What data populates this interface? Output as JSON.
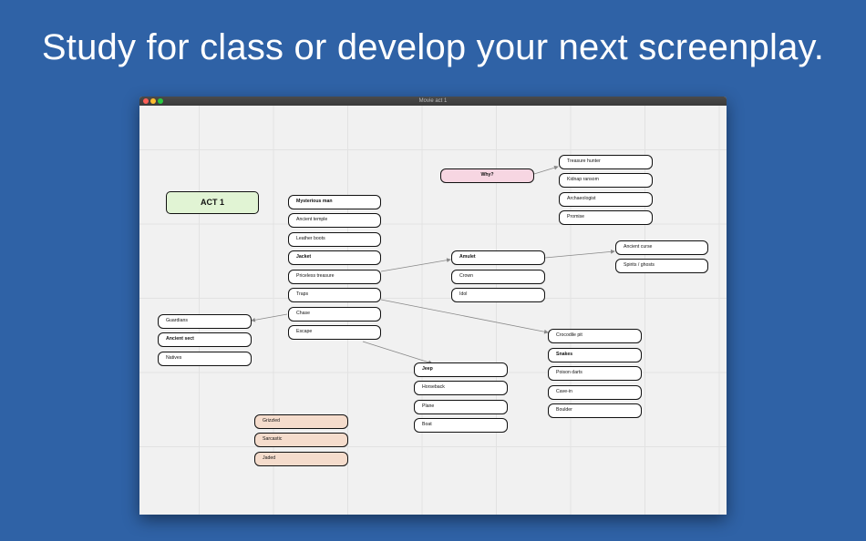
{
  "headline": "Study for class or develop your next screenplay.",
  "window": {
    "title": "Movie act 1"
  },
  "act_label": "ACT 1",
  "why_label": "Why?",
  "main_column": [
    "Mysterious man",
    "Ancient temple",
    "Leather boots",
    "Jacket",
    "Priceless treasure",
    "Traps",
    "Chase",
    "Escape"
  ],
  "why_options": [
    "Treasure hunter",
    "Kidnap ransom",
    "Archaeologist",
    "Promise"
  ],
  "treasure_options": [
    "Amulet",
    "Crown",
    "Idol"
  ],
  "amulet_effects": [
    "Ancient curse",
    "Spirits / ghosts"
  ],
  "chasers": [
    "Guardians",
    "Ancient sect",
    "Natives"
  ],
  "traps": [
    "Crocodile pit",
    "Snakes",
    "Poison darts",
    "Cave-in",
    "Boulder"
  ],
  "escape_methods": [
    "Jeep",
    "Horseback",
    "Plane",
    "Boat"
  ],
  "traits": [
    "Grizzled",
    "Sarcastic",
    "Jaded"
  ],
  "colors": {
    "background": "#2f62a6",
    "act": "#e1f4d4",
    "why": "#f7d6e2",
    "traits": "#f5dccc"
  }
}
